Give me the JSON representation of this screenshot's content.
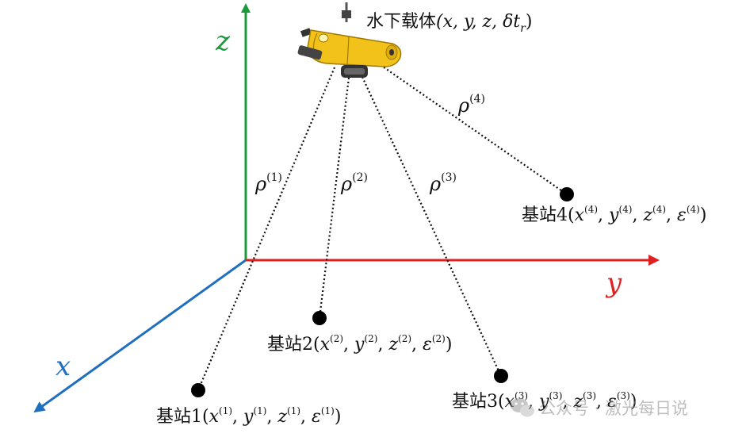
{
  "axes": {
    "z": {
      "label": "z",
      "color": "#1a9a3a"
    },
    "y": {
      "label": "y",
      "color": "#e02020"
    },
    "x": {
      "label": "x",
      "color": "#1f6fc0"
    }
  },
  "vehicle": {
    "label": "水下载体",
    "coords": "(x, y, z, δt",
    "sub": "r",
    "close": ")",
    "body_color": "#f2c21a"
  },
  "ranges": [
    {
      "label": "ρ",
      "sup": "(1)"
    },
    {
      "label": "ρ",
      "sup": "(2)"
    },
    {
      "label": "ρ",
      "sup": "(3)"
    },
    {
      "label": "ρ",
      "sup": "(4)"
    }
  ],
  "stations": [
    {
      "name": "基站1",
      "open": "(",
      "close": ")",
      "x": "x",
      "y": "y",
      "z": "z",
      "e": "ε",
      "sup": "(1)"
    },
    {
      "name": "基站2",
      "open": "(",
      "close": ")",
      "x": "x",
      "y": "y",
      "z": "z",
      "e": "ε",
      "sup": "(2)"
    },
    {
      "name": "基站3",
      "open": "(",
      "close": ")",
      "x": "x",
      "y": "y",
      "z": "z",
      "e": "ε",
      "sup": "(3)"
    },
    {
      "name": "基站4",
      "open": "(",
      "close": ")",
      "x": "x",
      "y": "y",
      "z": "z",
      "e": "ε",
      "sup": "(4)"
    }
  ],
  "watermark": {
    "text": "公众号 · 激光每日说",
    "icon": "wechat-icon"
  }
}
